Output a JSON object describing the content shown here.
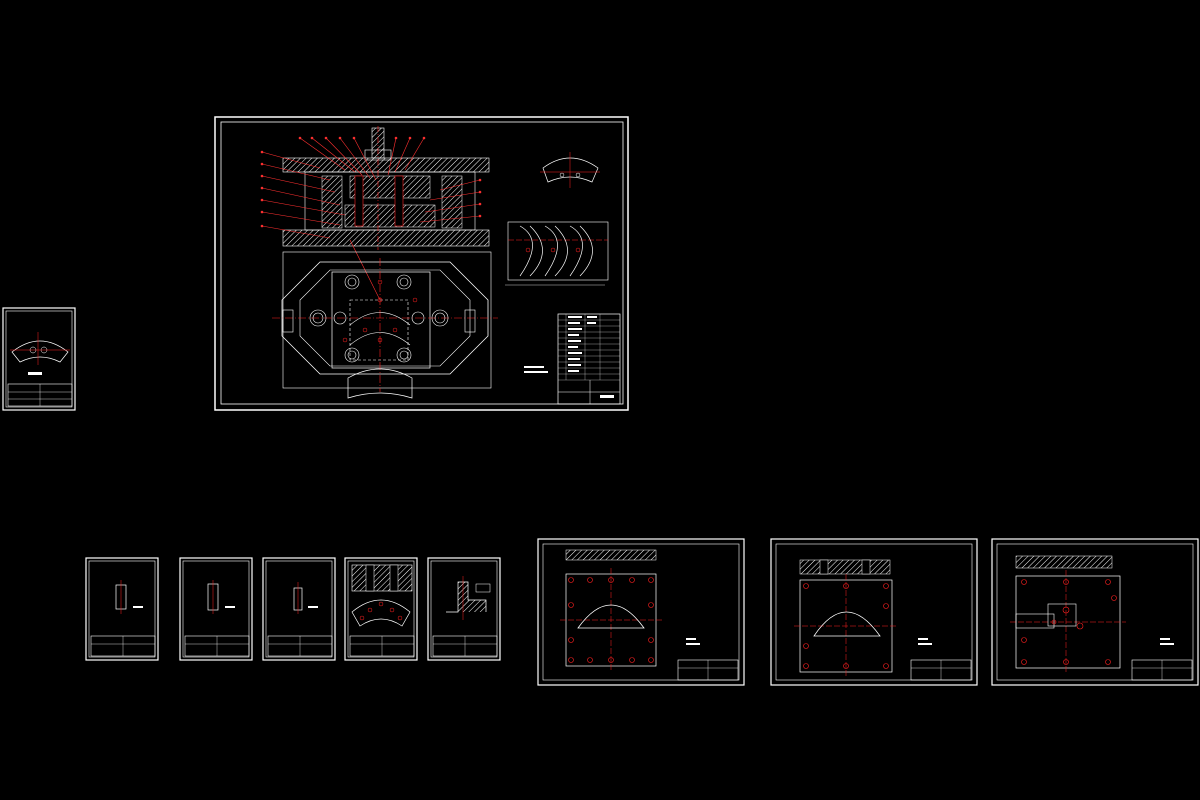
{
  "workspace": {
    "background": "#000000",
    "colors": {
      "border": "#ffffff",
      "centerline": "#ff2020",
      "leader": "#ff3030",
      "hatch": "#ffffff"
    }
  },
  "sheets": [
    {
      "name": "blank-part-drawing",
      "kind": "small-portrait"
    },
    {
      "name": "die-assembly-drawing",
      "kind": "main-assembly"
    },
    {
      "name": "part-drawing-1",
      "kind": "small-portrait"
    },
    {
      "name": "part-drawing-2",
      "kind": "small-portrait"
    },
    {
      "name": "part-drawing-3",
      "kind": "small-portrait"
    },
    {
      "name": "part-drawing-4",
      "kind": "small-portrait"
    },
    {
      "name": "part-drawing-5",
      "kind": "small-portrait"
    },
    {
      "name": "plate-drawing-1",
      "kind": "landscape"
    },
    {
      "name": "plate-drawing-2",
      "kind": "landscape"
    },
    {
      "name": "plate-drawing-3",
      "kind": "landscape"
    }
  ]
}
